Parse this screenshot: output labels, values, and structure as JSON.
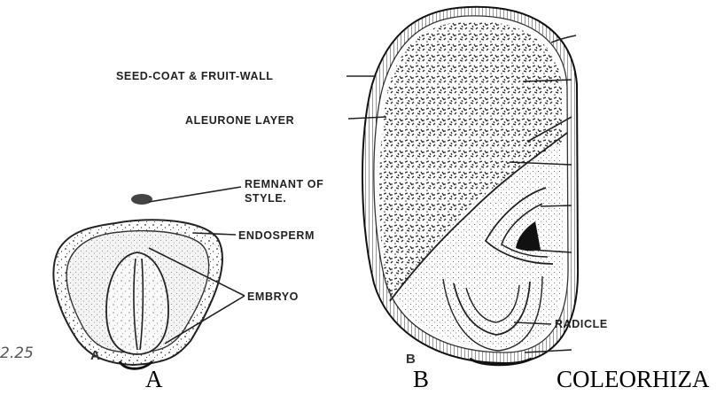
{
  "diagram": {
    "labels": {
      "seed_coat": "SEED-COAT & FRUIT-WALL",
      "aleurone": "ALEURONE LAYER",
      "remnant_line1": "REMNANT OF",
      "remnant_line2": "STYLE.",
      "endosperm": "ENDOSPERM",
      "embryo": "EMBRYO",
      "radicle": "RADICLE"
    },
    "panel_letters": {
      "a": "A",
      "b": "B"
    },
    "captions": {
      "a": "A",
      "b": "B",
      "coleorhiza": "COLEORHIZA"
    },
    "handwritten_mark": "2.25"
  }
}
